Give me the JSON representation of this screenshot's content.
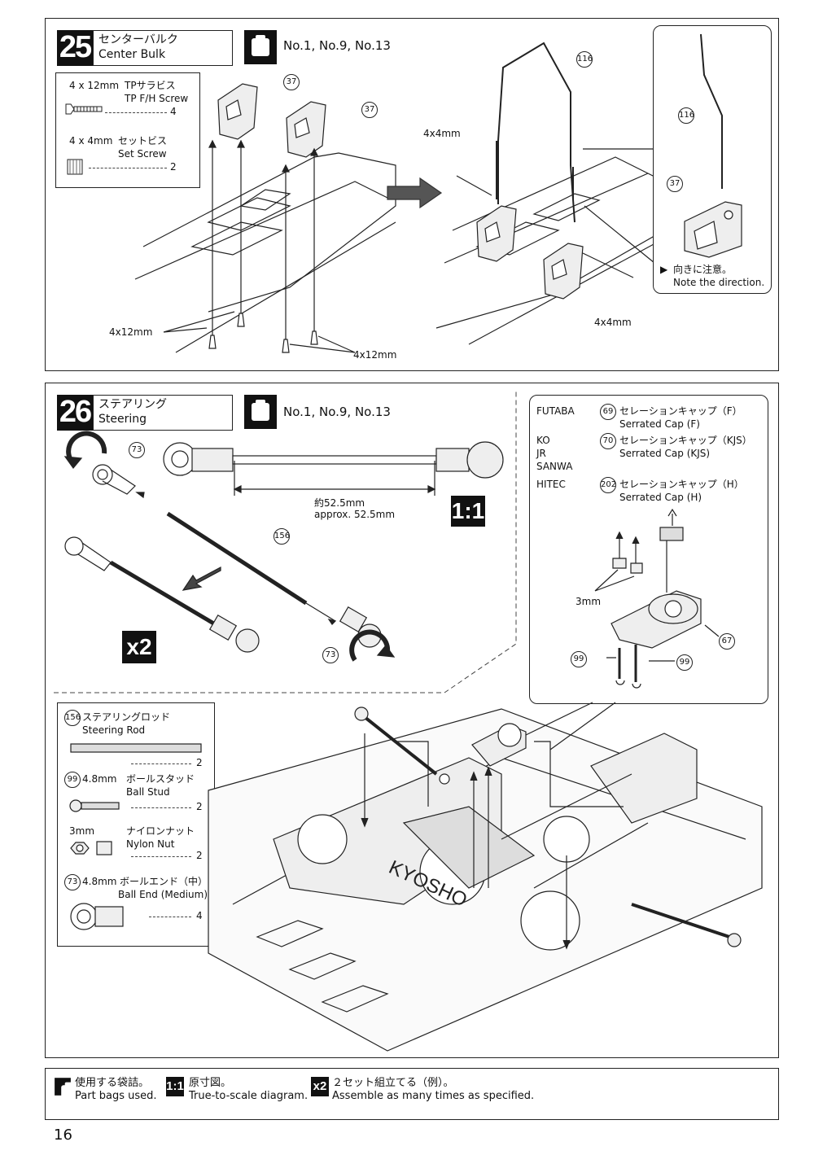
{
  "step25": {
    "number": "25",
    "title_jp": "センターバルク",
    "title_en": "Center Bulk",
    "bags": "No.1, No.9, No.13",
    "parts": [
      {
        "size": "4 x 12mm",
        "name_jp": "TPサラビス",
        "name_en": "TP F/H Screw",
        "qty": "4"
      },
      {
        "size": "4 x 4mm",
        "name_jp": "セットビス",
        "name_en": "Set Screw",
        "qty": "2"
      }
    ],
    "labels": {
      "part37": "37",
      "part116": "116",
      "screw_4x12": "4x12mm",
      "screw_4x4": "4x4mm",
      "note_jp": "向きに注意。",
      "note_en": "Note the direction."
    }
  },
  "step26": {
    "number": "26",
    "title_jp": "ステアリング",
    "title_en": "Steering",
    "bags": "No.1, No.9, No.13",
    "length_jp": "約52.5mm",
    "length_en": "approx. 52.5mm",
    "scale_icon": "1:1",
    "times_icon": "x2",
    "labels": {
      "part73": "73",
      "part156": "156",
      "part67": "67",
      "part99": "99",
      "nut_3mm": "3mm"
    },
    "servo_caps": [
      {
        "brand": "FUTABA",
        "num": "69",
        "name_jp": "セレーションキャップ（F）",
        "name_en": "Serrated Cap (F)"
      },
      {
        "brand": "KO",
        "num": "70",
        "name_jp": "セレーションキャップ（KJS）",
        "name_en": "Serrated Cap (KJS)"
      },
      {
        "brand": "HITEC",
        "num": "202",
        "name_jp": "セレーションキャップ（H）",
        "name_en": "Serrated Cap (H)"
      }
    ],
    "extra_brands": [
      "JR",
      "SANWA"
    ],
    "parts": [
      {
        "num": "156",
        "name_jp": "ステアリングロッド",
        "name_en": "Steering Rod",
        "qty": "2"
      },
      {
        "num": "99",
        "size": "4.8mm",
        "name_jp": "ボールスタッド",
        "name_en": "Ball Stud",
        "qty": "2"
      },
      {
        "size": "3mm",
        "name_jp": "ナイロンナット",
        "name_en": "Nylon Nut",
        "qty": "2"
      },
      {
        "num": "73",
        "size": "4.8mm",
        "name_jp": "ボールエンド（中）",
        "name_en": "Ball End (Medium)",
        "qty": "4"
      }
    ],
    "chassis_logo": "KYOSHO"
  },
  "legend": [
    {
      "icon": "bag",
      "jp": "使用する袋詰。",
      "en": "Part bags used."
    },
    {
      "icon": "1:1",
      "jp": "原寸図。",
      "en": "True-to-scale diagram."
    },
    {
      "icon": "x2",
      "jp": "２セット組立てる（例）。",
      "en": "Assemble as many times as specified."
    }
  ],
  "page_number": "16"
}
